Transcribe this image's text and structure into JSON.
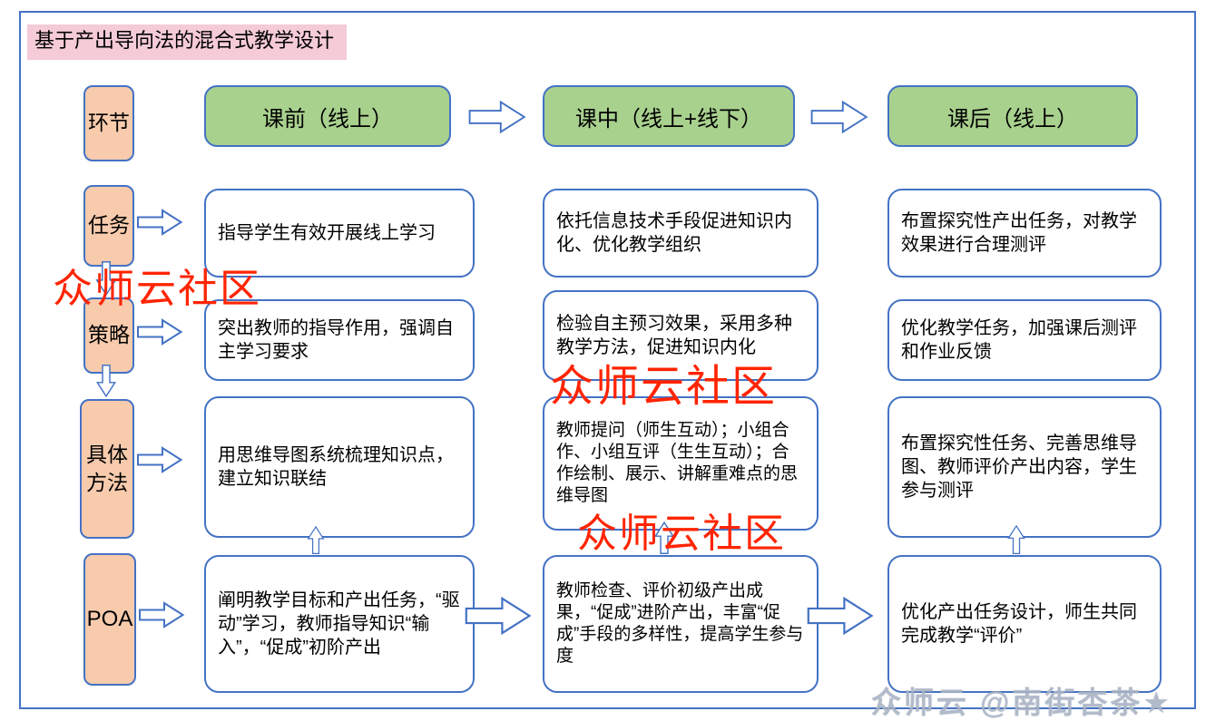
{
  "title": "基于产出导向法的混合式教学设计",
  "labels": {
    "stage": "环节",
    "task": "任务",
    "strategy": "策略",
    "method": "具体方法",
    "poa": "POA"
  },
  "phases": {
    "pre": "课前（线上）",
    "during": "课中（线上+线下）",
    "post": "课后（线上）"
  },
  "cells": {
    "tasks": [
      "指导学生有效开展线上学习",
      "依托信息技术手段促进知识内化、优化教学组织",
      "布置探究性产出任务，对教学效果进行合理测评"
    ],
    "strategies": [
      "突出教师的指导作用，强调自主学习要求",
      "检验自主预习效果，采用多种教学方法，促进知识内化",
      "优化教学任务，加强课后测评和作业反馈"
    ],
    "methods": [
      "用思维导图系统梳理知识点，建立知识联结",
      "教师提问（师生互动）；小组合作、小组互评（生生互动）；合作绘制、展示、讲解重难点的思维导图",
      "布置探究性任务、完善思维导图、教师评价产出内容，学生参与测评"
    ],
    "poa": [
      "阐明教学目标和产出任务，“驱动”学习，教师指导知识“输入”，“促成”初阶产出",
      "教师检查、评价初级产出成果，“促成”进阶产出，丰富“促成”手段的多样性，提高学生参与度",
      "优化产出任务设计，师生共同完成教学“评价”"
    ]
  },
  "watermarks": {
    "community1": "众师云社区",
    "community2": "众师云社区",
    "community3": "众师云社区",
    "signature": "众师云 @南街杏茶★"
  },
  "colors": {
    "accent_blue": "#4472C4",
    "green": "#A9D18E",
    "peach": "#F8CBAD",
    "title_pink": "#F4CBD7",
    "watermark_red": "#FF2400"
  }
}
